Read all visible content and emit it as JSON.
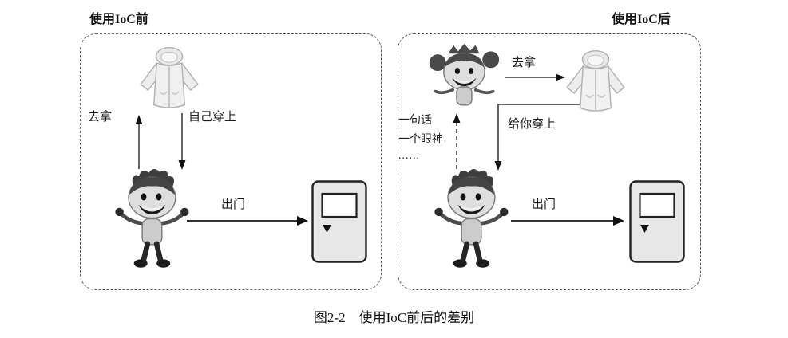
{
  "figure": {
    "caption": "图2-2　使用IoC前后的差别"
  },
  "left_panel": {
    "title": "使用IoC前",
    "labels": {
      "fetch": "去拿",
      "wear_self": "自己穿上",
      "go_out": "出门"
    },
    "icons": [
      "jacket-icon",
      "child-figure",
      "door-icon"
    ]
  },
  "right_panel": {
    "title": "使用IoC后",
    "labels": {
      "fetch": "去拿",
      "wear_for_you": "给你穿上",
      "signal_line1": "一句话",
      "signal_line2": "一个眼神",
      "signal_line3": "......",
      "go_out": "出门"
    },
    "icons": [
      "mother-figure",
      "jacket-icon",
      "child-figure",
      "door-icon"
    ]
  },
  "colors": {
    "background": "#ffffff",
    "line": "#333333",
    "dashed_border": "#555555",
    "door_fill": "#e7e7e7",
    "figure_gray": "#dedede"
  }
}
